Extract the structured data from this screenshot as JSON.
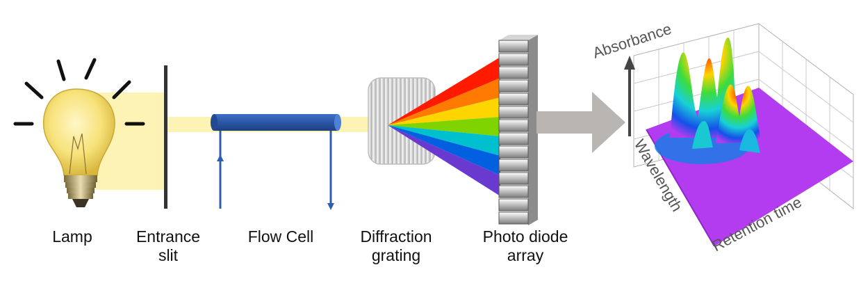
{
  "labels": {
    "lamp": "Lamp",
    "entrance_slit": [
      "Entrance",
      "slit"
    ],
    "flow_cell": "Flow Cell",
    "diffraction_grating": [
      "Diffraction",
      "grating"
    ],
    "photo_diode_array": [
      "Photo diode",
      "array"
    ]
  },
  "plot_axes": {
    "z": "Absorbance",
    "y": "Wavelength",
    "x": "Retention time"
  },
  "colors": {
    "beam": "#fdf3b4",
    "flow_cell": "#2f5db0",
    "slit": "#333333",
    "arrow": "#b9b5b2",
    "surface_base": "#b43cf0"
  },
  "icons": [
    "light-bulb-icon",
    "photo-diode-array-icon",
    "diffraction-grating-icon",
    "right-arrow-icon"
  ]
}
